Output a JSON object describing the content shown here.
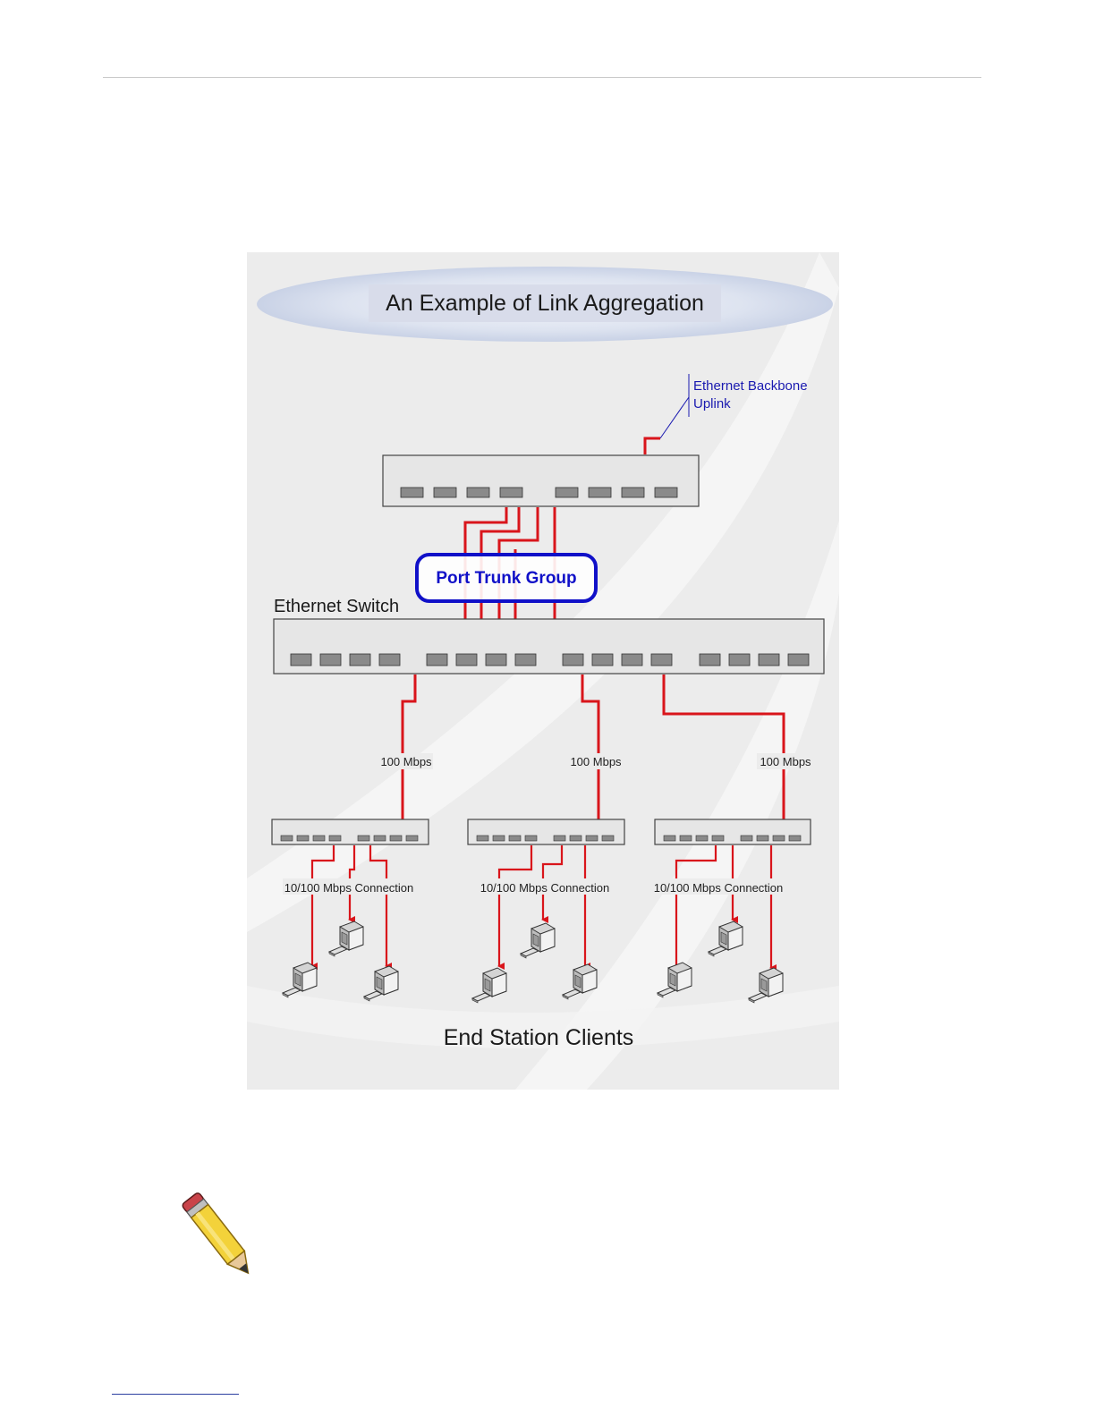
{
  "diagram": {
    "title": "An Example of Link Aggregation",
    "backbone_label_line1": "Ethernet Backbone",
    "backbone_label_line2": "Uplink",
    "trunk_label": "Port Trunk Group",
    "main_switch_label": "Ethernet Switch",
    "speed_labels": [
      "100 Mbps",
      "100 Mbps",
      "100 Mbps"
    ],
    "connection_labels": [
      "10/100 Mbps Connection",
      "10/100 Mbps Connection",
      "10/100 Mbps Connection"
    ],
    "clients_label": "End Station Clients"
  },
  "colors": {
    "link_red": "#d9151b",
    "trunk_blue": "#1010c8",
    "label_blue": "#1a1ab0",
    "panel_gray": "#ececec",
    "switch_fill": "#e6e6e6",
    "port_fill": "#8a8a8a"
  },
  "icons": [
    "desktop-computer-icon",
    "pencil-note-icon"
  ]
}
